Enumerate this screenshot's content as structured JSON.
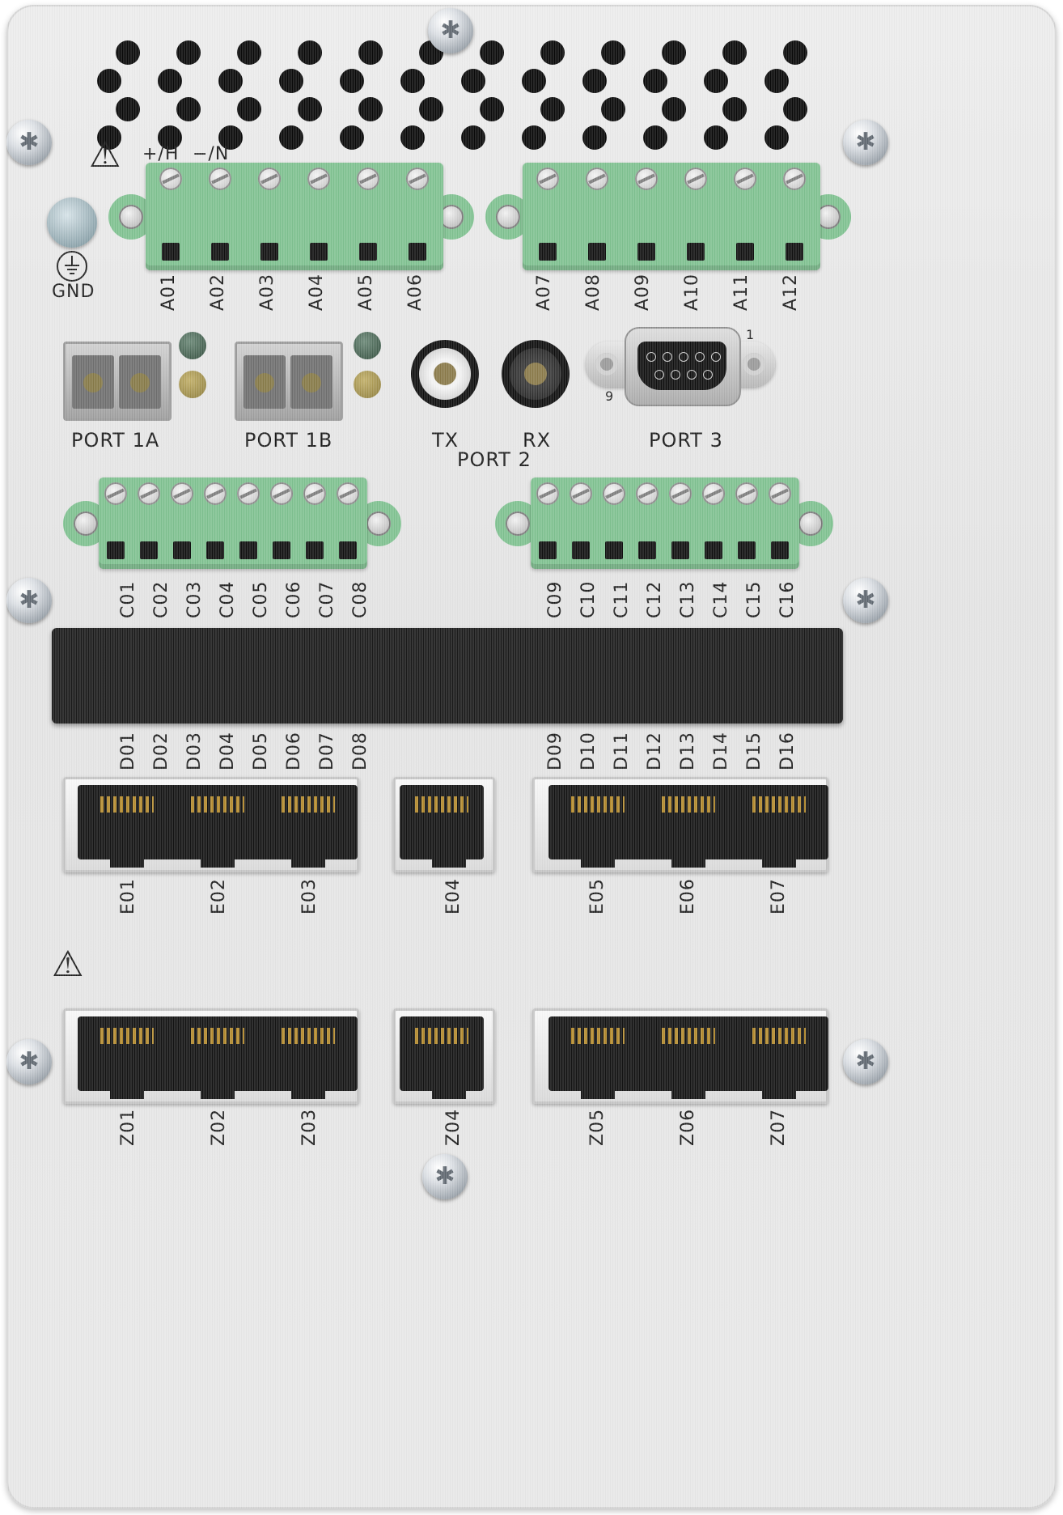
{
  "panel": {
    "warning_symbol": "⚠",
    "gnd_label": "GND",
    "ground_icon": "ground-symbol-icon",
    "power_labels": [
      "+/H",
      "−/N"
    ]
  },
  "terminals_a": [
    "A01",
    "A02",
    "A03",
    "A04",
    "A05",
    "A06",
    "A07",
    "A08",
    "A09",
    "A10",
    "A11",
    "A12"
  ],
  "terminals_c": [
    "C01",
    "C02",
    "C03",
    "C04",
    "C05",
    "C06",
    "C07",
    "C08",
    "C09",
    "C10",
    "C11",
    "C12",
    "C13",
    "C14",
    "C15",
    "C16"
  ],
  "terminals_d": [
    "D01",
    "D02",
    "D03",
    "D04",
    "D05",
    "D06",
    "D07",
    "D08",
    "D09",
    "D10",
    "D11",
    "D12",
    "D13",
    "D14",
    "D15",
    "D16"
  ],
  "ports": {
    "port_1a": "PORT 1A",
    "port_1b": "PORT 1B",
    "tx": "TX",
    "rx": "RX",
    "port_2": "PORT 2",
    "port_3": "PORT 3",
    "db9_pin_1": "1",
    "db9_pin_9": "9"
  },
  "ethernet_e": [
    "E01",
    "E02",
    "E03",
    "E04",
    "E05",
    "E06",
    "E07"
  ],
  "ethernet_z": [
    "Z01",
    "Z02",
    "Z03",
    "Z04",
    "Z05",
    "Z06",
    "Z07"
  ],
  "colors": {
    "terminal_green": "#7fc190",
    "led_green": "#2f4a3a",
    "led_amber": "#8a7a3a"
  }
}
